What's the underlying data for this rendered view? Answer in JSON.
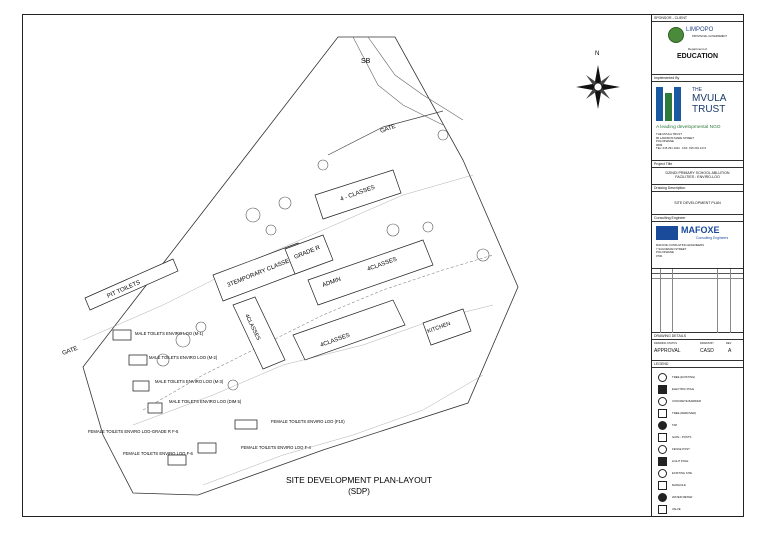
{
  "drawing": {
    "north": "N",
    "labels": {
      "sb": "SB",
      "gate_top": "GATE",
      "gate_left": "GATE",
      "pit_toilets": "PIT TOILETS",
      "temporary_classes": "3TEMPORARY CLASSES",
      "grade_r": "GRADE R",
      "admin": "ADMIN",
      "four_classes_top": "4 - CLASSES",
      "four_classes_mid": "4CLASSES",
      "four_classes_left": "4CLASSES",
      "four_classes_low": "4CLASSES",
      "kitchen": "KITCHEN",
      "male_m1": "MALE TOILETS ENVIRO LOO (M-1)",
      "male_m2": "MALE TOILETS ENVIRO LOO (M-2)",
      "male_m3": "MALE TOILETS ENVIRO LOO (M-3)",
      "male_m5": "MALE TOILETS ENVIRO LOO (DIM 5)",
      "female_gr": "FEMALE TOILETS ENVIRO LOO-GRADE R F-5",
      "female_f6": "FEMALE TOILETS ENVIRO LOO F-6",
      "female_f4": "FEMALE TOILETS ENVIRO LOO F-4",
      "female_f10": "FEMALE TOILETS ENVIRO LOO (F10)"
    },
    "title": "SITE DEVELOPMENT PLAN-LAYOUT",
    "subtitle": "(SDP)"
  },
  "titleblock": {
    "sponsor_hdr": "SPONSOR - CLIENT",
    "limpopo": "LIMPOPO",
    "limpopo_sub": "PROVINCIAL GOVERNMENT",
    "department": "Department of",
    "education": "EDUCATION",
    "implemented_hdr": "Implemented By",
    "mvula_the": "THE",
    "mvula_name": "MVULA",
    "mvula_trust": "TRUST",
    "mvula_tag": "A leading developmental NGO",
    "mvula_addr1": "THE MVULA TRUST",
    "mvula_addr2": "86 LANDROS MARE STREET",
    "mvula_addr3": "POLOKWANE",
    "mvula_addr4": "0699",
    "mvula_tel": "TEL: 015 291 1022",
    "mvula_fax": "FAX: 015 291 1274",
    "project_hdr": "Project Title",
    "project_title": "DZINDI PRIMARY SCHOOL ABLUTION FACILITIES : ENVIRO-LOO",
    "drawing_desc_hdr": "Drawing Description",
    "drawing_desc": "SITE DEVELOPMENT PLAN",
    "consulting_hdr": "Consulting Engineer",
    "mafoxe": "MAFOXE",
    "mafoxe_sub": "Consulting Engineers",
    "mafoxe_addr1": "MAFOXE CONSULTING ENGINEERS",
    "mafoxe_addr2": "7 SCHOEMAN STREET",
    "mafoxe_addr3": "POLOKWANE",
    "mafoxe_addr4": "0700",
    "drawing_details_hdr": "DRAWING DETAILS",
    "status_lbl": "DRAWING STATUS",
    "status_val": "APPROVAL",
    "drawn_lbl": "DRAWN BY",
    "drawn_val": "CASD",
    "rev_lbl": "REV",
    "rev_val": "A",
    "legend_hdr": "LEGEND",
    "legend_items": [
      "TREE (EXISTING)",
      "ELECTRIC POLE",
      "CONCRETE BARRIER",
      "TREE (REMOVED)",
      "TAP",
      "GATE - POSTS",
      "FENCE POST",
      "LIGHT POLE",
      "EXISTING SITE",
      "MANHOLE",
      "WATER METER",
      "VALVE"
    ]
  }
}
